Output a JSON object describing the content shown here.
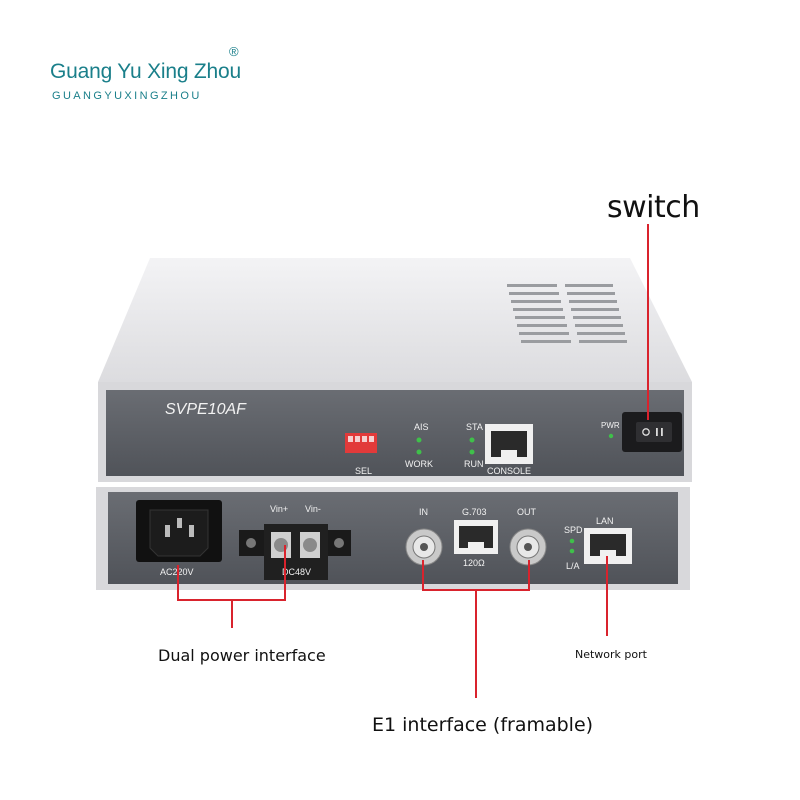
{
  "logo": {
    "name": "Guang Yu Xing Zhou",
    "registered": "®",
    "subtitle": "GUANGYUXINGZHOU"
  },
  "callouts": {
    "switch": "switch",
    "dual_power": "Dual power interface",
    "network_port": "Network port",
    "e1": "E1 interface (framable)"
  },
  "front_panel": {
    "model": "SVPE10AF",
    "sel": "SEL",
    "ais": "AIS",
    "work": "WORK",
    "sta": "STA",
    "run": "RUN",
    "console": "CONSOLE",
    "pwr": "PWR"
  },
  "rear_panel": {
    "ac": "AC220V",
    "vin_plus": "Vin+",
    "vin_minus": "Vin-",
    "dc": "DC48V",
    "in": "IN",
    "g703": "G.703",
    "ohm": "120Ω",
    "out": "OUT",
    "spd": "SPD",
    "la": "L/A",
    "lan": "LAN"
  },
  "colors": {
    "logo": "#1a7f8a",
    "callout_line": "#d9232d",
    "panel": "#5a5d63",
    "case": "#e6e6e8",
    "led": "#3fc04a"
  }
}
